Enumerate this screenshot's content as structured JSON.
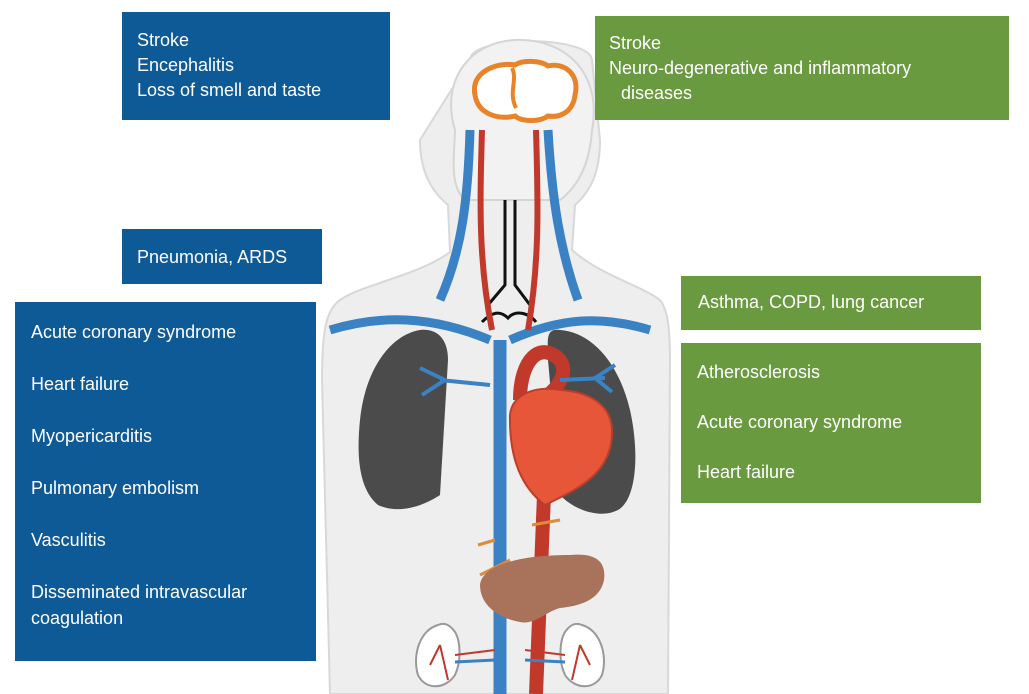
{
  "colors": {
    "blue_box": "#0e5a96",
    "green_box": "#6a9a3f",
    "artery": "#c0392b",
    "vein": "#3b82c4",
    "lung": "#4b4b4b",
    "heart": "#e8563a",
    "liver": "#a8735a",
    "brain_outline": "#e8832a",
    "body": "#eeeeee"
  },
  "boxes": {
    "top_left": {
      "lines": [
        "Stroke",
        "Encephalitis",
        "Loss of smell and taste"
      ]
    },
    "top_right": {
      "lines": [
        "Stroke",
        "Neuro-degenerative and inflammatory",
        "diseases"
      ]
    },
    "pneumonia": {
      "lines": [
        "Pneumonia, ARDS"
      ]
    },
    "left_main": {
      "lines": [
        "Acute coronary syndrome",
        "Heart failure",
        "Myopericarditis",
        "Pulmonary embolism",
        "Vasculitis",
        "Disseminated intravascular",
        "coagulation"
      ]
    },
    "asthma": {
      "lines": [
        "Asthma, COPD, lung cancer"
      ]
    },
    "right_main": {
      "lines": [
        "Atherosclerosis",
        "Acute coronary syndrome",
        "Heart failure"
      ]
    }
  }
}
